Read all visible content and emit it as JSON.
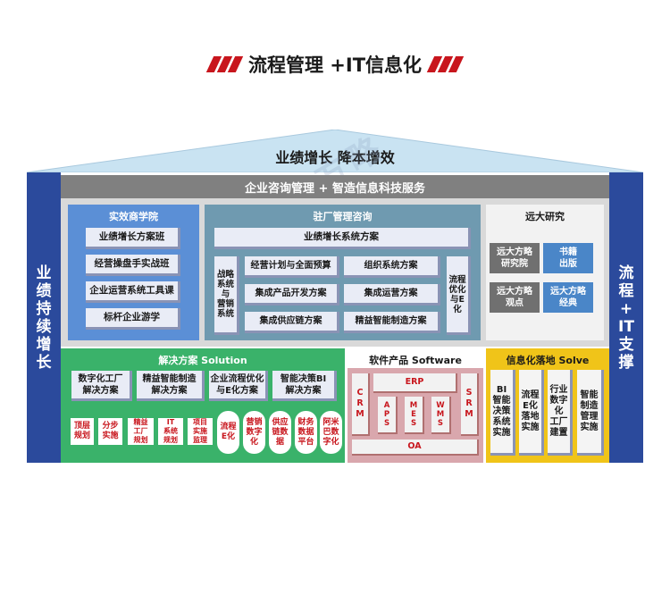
{
  "title": "流程管理 +IT信息化",
  "roof": "业绩增长  降本增效",
  "watermark": "远大方略",
  "left_pillar": "业\n绩\n持\n续\n增\n长",
  "right_pillar": "流\n程\n+\nIT\n支\n撑",
  "main_bar": "企业咨询管理 + 智造信息科技服务",
  "academy": {
    "title": "实效商学院",
    "items": [
      "业绩增长方案班",
      "经营操盘手实战班",
      "企业运营系统工具课",
      "标杆企业游学"
    ]
  },
  "consult": {
    "title": "驻厂管理咨询",
    "top": "业绩增长系统方案",
    "left": "战略\n系统\n与\n营销\n系统",
    "right": "流程\n优化\n与E化",
    "grid": [
      "经营计划与全面预算",
      "组织系统方案",
      "集成产品开发方案",
      "集成运营方案",
      "集成供应链方案",
      "精益智能制造方案"
    ]
  },
  "research": {
    "title": "远大研究",
    "items": [
      "远大方略\n研究院",
      "书籍\n出版",
      "远大方略\n观点",
      "远大方略\n经典"
    ]
  },
  "solution": {
    "title": "解决方案 Solution",
    "top": [
      "数字化工厂\n解决方案",
      "精益智能制造\n解决方案",
      "企业流程优化\n与E化方案",
      "智能决策BI\n解决方案"
    ],
    "pills": [
      "顶层\n规划",
      "分步\n实施",
      "精益\n工厂\n规划",
      "IT\n系统\n规划",
      "项目\n实施\n监理",
      "流程\nE化",
      "营销\n数字\n化",
      "供应\n链数\n据",
      "财务\n数据\n平台",
      "阿米\n巴数\n字化"
    ]
  },
  "software": {
    "title": "软件产品 Software",
    "crm": "C\nR\nM",
    "erp": "ERP",
    "aps": "A\nP\nS",
    "mes": "M\nE\nS",
    "wms": "W\nM\nS",
    "srm": "S\nR\nM",
    "oa": "OA"
  },
  "solve": {
    "title": "信息化落地 Solve",
    "items": [
      "BI\n智能\n决策\n系统\n实施",
      "流程\nE化\n落地\n实施",
      "行业\n数字\n化\n工厂\n建置",
      "智能\n制造\n管理\n实施"
    ]
  },
  "colors": {
    "pillar": "#2b4a9c",
    "roof": "#c9e3f2",
    "academy": "#5b8fd6",
    "consult": "#6f9ab0",
    "solution": "#3ab26a",
    "software": "#d9a7ad",
    "solve": "#f0c419",
    "accent_red": "#c8161d"
  }
}
